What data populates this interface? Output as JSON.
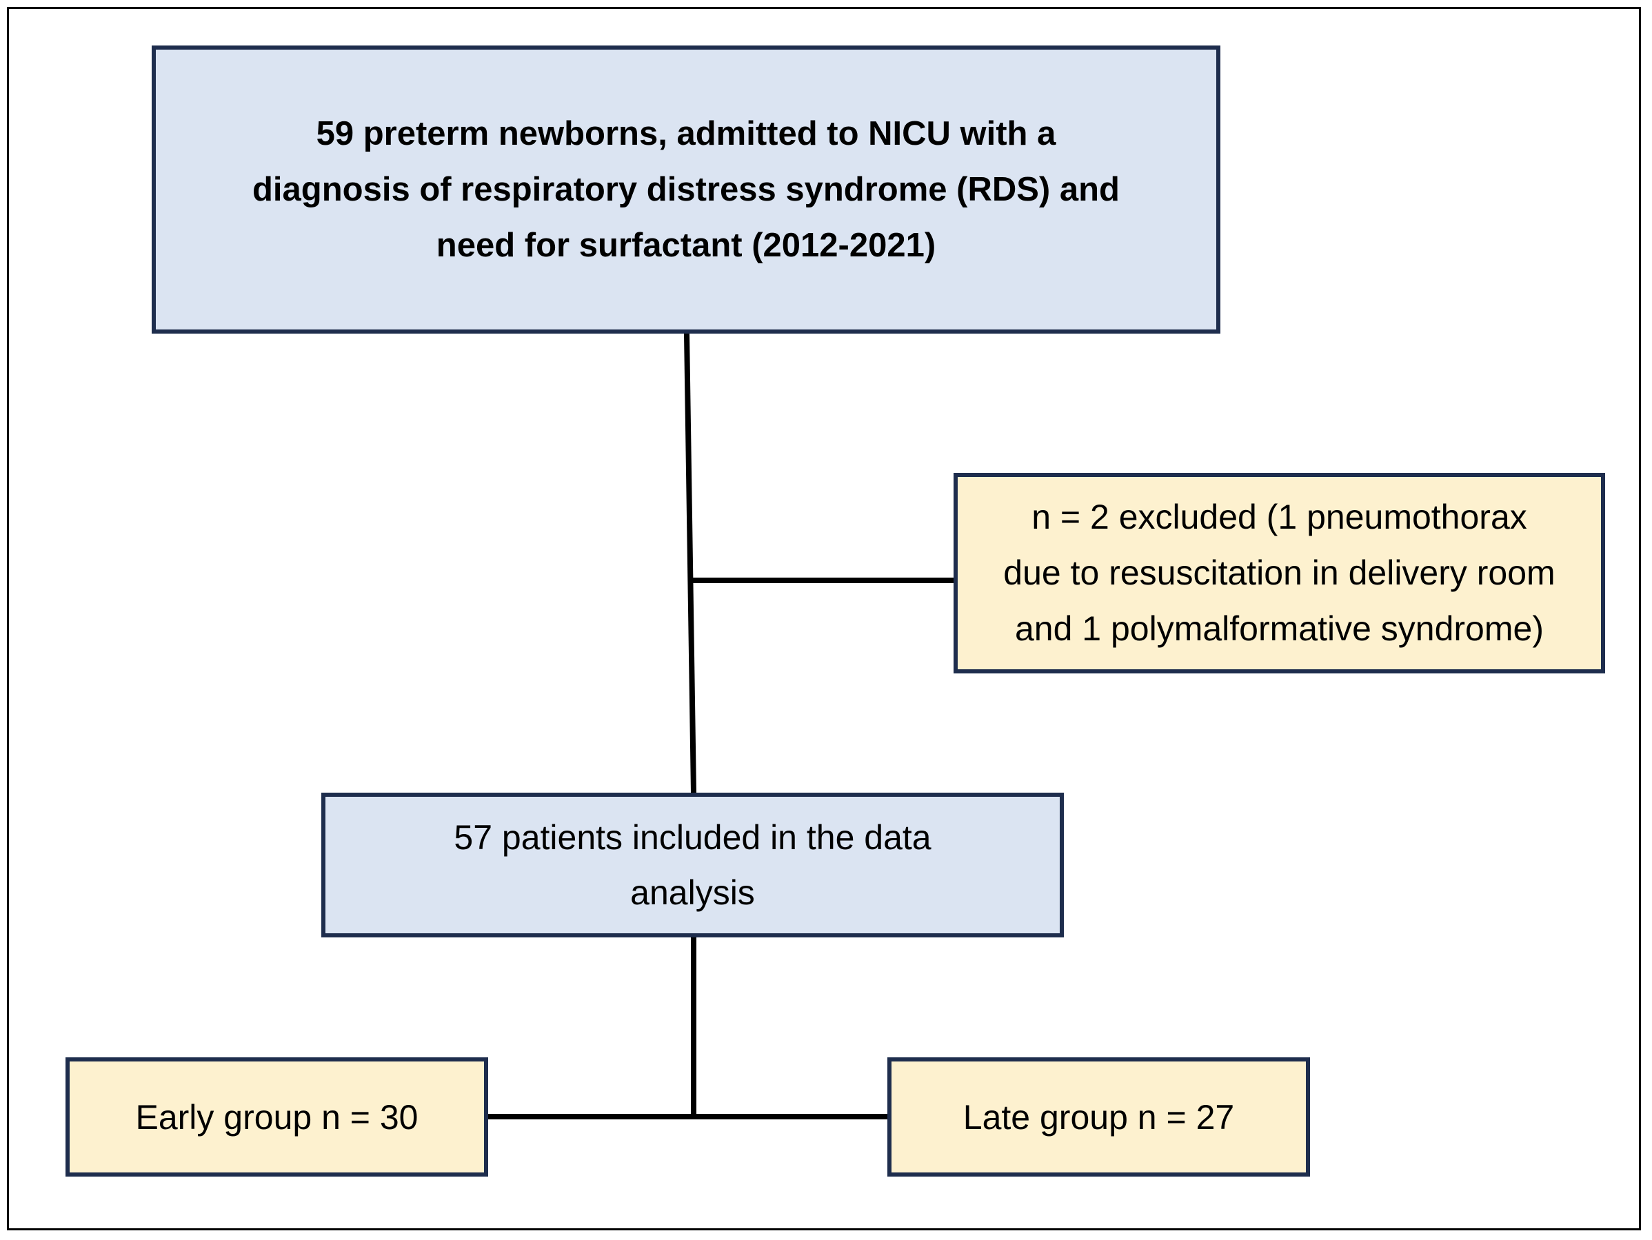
{
  "colors": {
    "primary_box_fill": "#dbe4f2",
    "secondary_box_fill": "#fdf1cf",
    "box_border": "#1e2d4d",
    "connector": "#000000"
  },
  "nodes": {
    "enrolled": "59 preterm newborns, admitted to NICU with a\ndiagnosis of respiratory distress syndrome (RDS) and\nneed for surfactant (2012-2021)",
    "excluded": "n = 2 excluded (1 pneumothorax\ndue to resuscitation in delivery room\nand 1 polymalformative syndrome)",
    "included": "57 patients included in the data\nanalysis",
    "early_group": "Early group n =  30",
    "late_group": "Late group n =  27"
  }
}
